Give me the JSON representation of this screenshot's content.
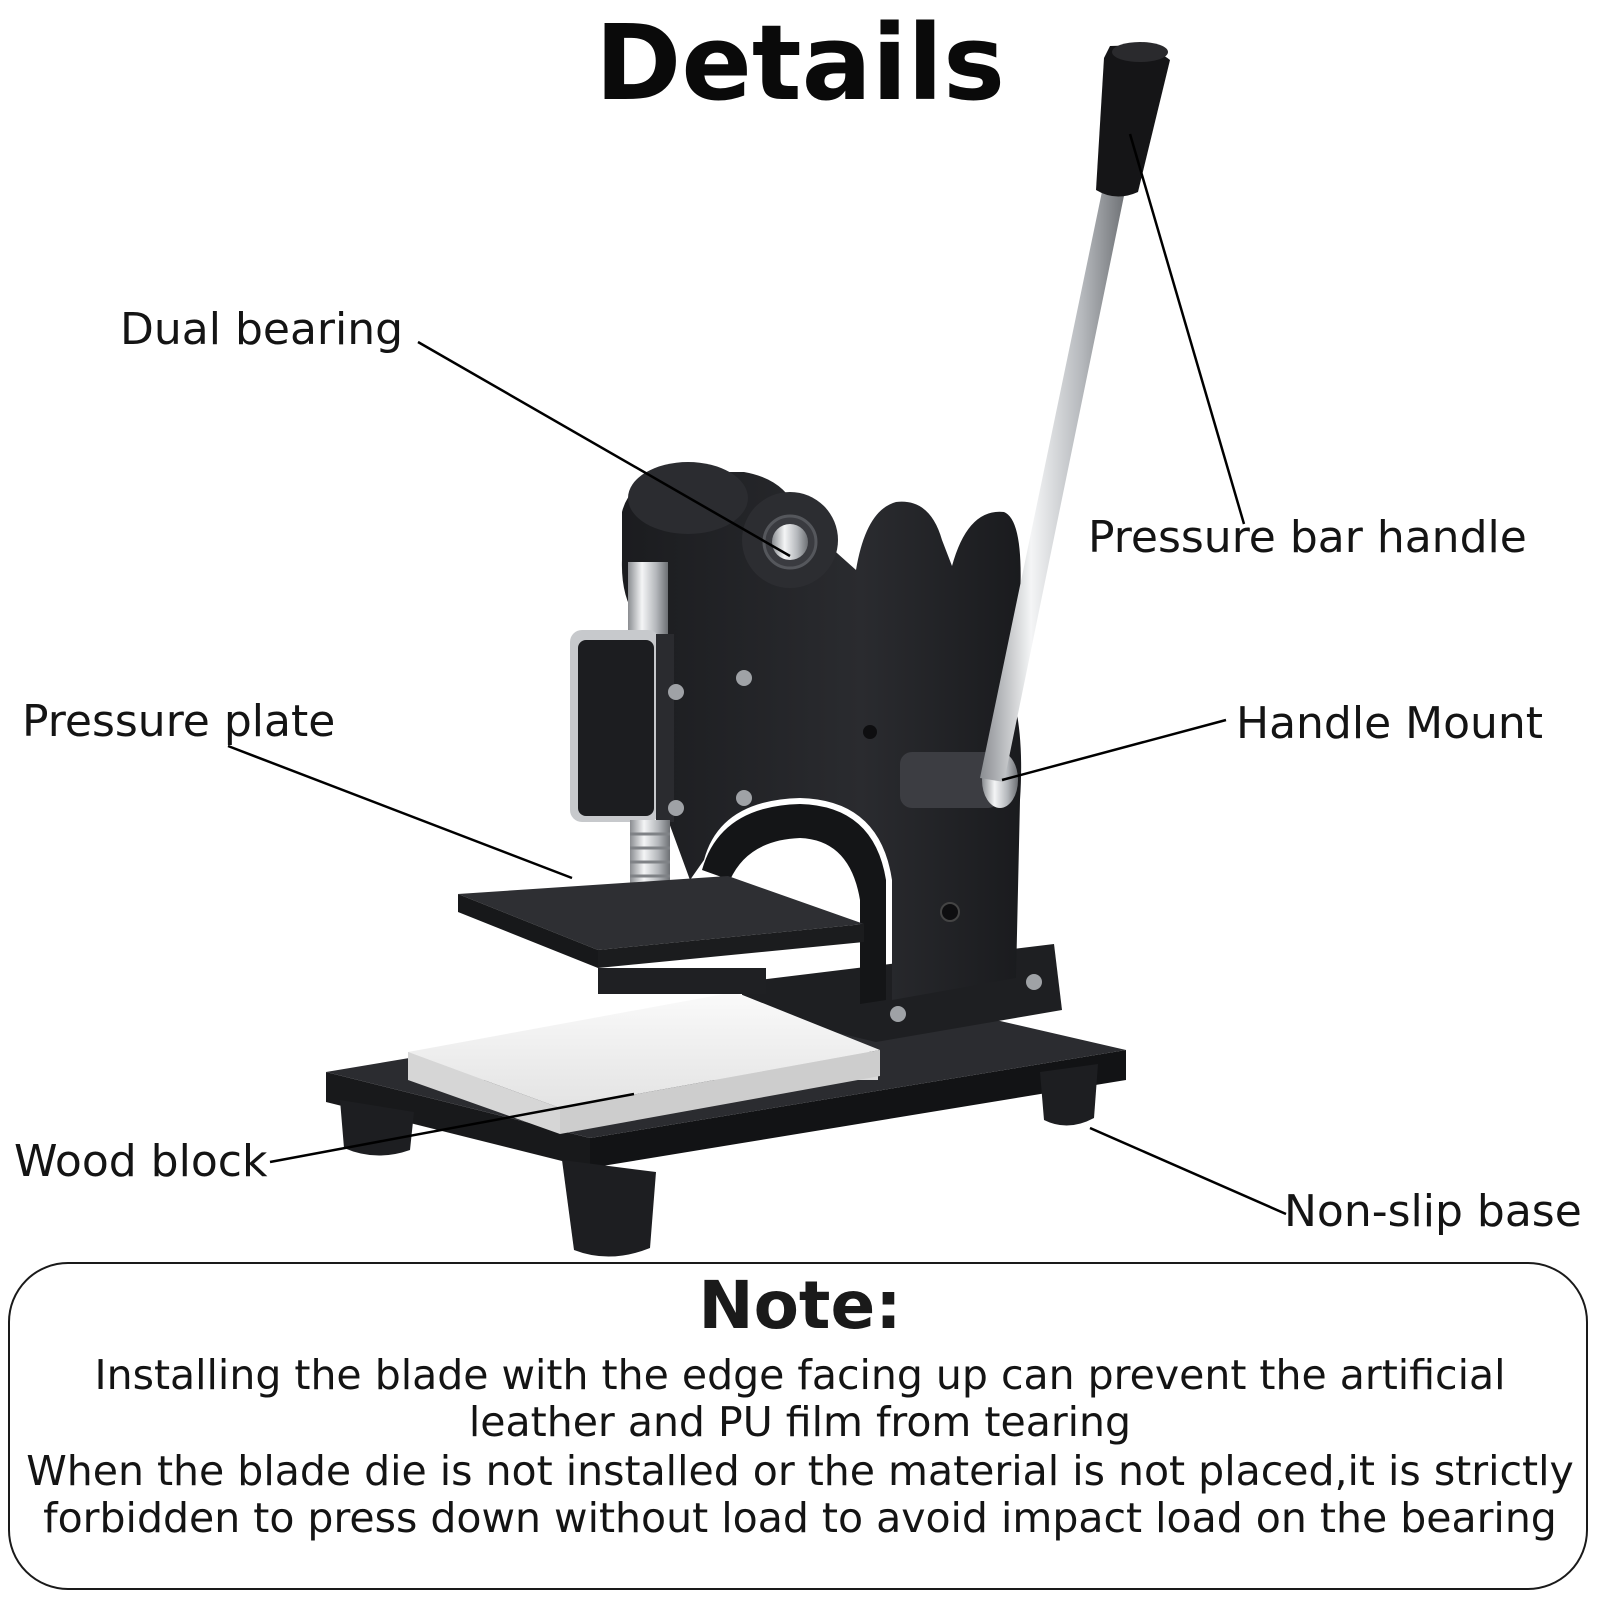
{
  "title": "Details",
  "labels": {
    "dual_bearing": "Dual bearing",
    "pressure_bar_handle": "Pressure bar handle",
    "pressure_plate": "Pressure plate",
    "handle_mount": "Handle Mount",
    "wood_block": "Wood block",
    "non_slip_base": "Non-slip base"
  },
  "note": {
    "title": "Note:",
    "line1": "Installing the blade with the edge facing up can prevent the artificial leather and PU film from tearing",
    "line2": "When the blade die is not installed or the material is not placed,it is strictly forbidden to press down without load to avoid impact load on the bearing"
  },
  "colors": {
    "machine_body": "#222326",
    "steel": "#c9ccd0",
    "white_block": "#f2f2f2"
  },
  "icons": [
    "hand-press-machine",
    "steel-handle",
    "bearing"
  ]
}
